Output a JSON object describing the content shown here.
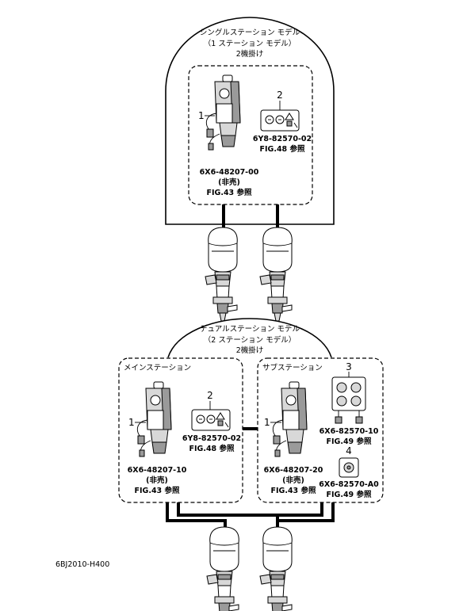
{
  "single": {
    "title_1": "シングルステーション モデル",
    "title_2": "（1 ステーション モデル）",
    "title_3": "2機掛け",
    "item1": {
      "num": "1",
      "part": "6X6-48207-00",
      "note": "(非売)",
      "ref": "FIG.43 参照"
    },
    "item2": {
      "num": "2",
      "part": "6Y8-82570-02",
      "ref": "FIG.48 参照"
    }
  },
  "dual": {
    "title_1": "デュアルステーション モデル",
    "title_2": "（2 ステーション モデル）",
    "title_3": "2機掛け",
    "main_label": "メインステーション",
    "sub_label": "サブステーション",
    "main_item1": {
      "num": "1",
      "part": "6X6-48207-10",
      "note": "(非売)",
      "ref": "FIG.43 参照"
    },
    "main_item2": {
      "num": "2",
      "part": "6Y8-82570-02",
      "ref": "FIG.48 参照"
    },
    "sub_item1": {
      "num": "1",
      "part": "6X6-48207-20",
      "note": "(非売)",
      "ref": "FIG.43 参照"
    },
    "sub_item3": {
      "num": "3",
      "part": "6X6-82570-10",
      "ref": "FIG.49 参照"
    },
    "sub_item4": {
      "num": "4",
      "part": "6X6-82570-A0",
      "ref": "FIG.49 参照"
    }
  },
  "diagram_code": "6BJ2010-H400"
}
